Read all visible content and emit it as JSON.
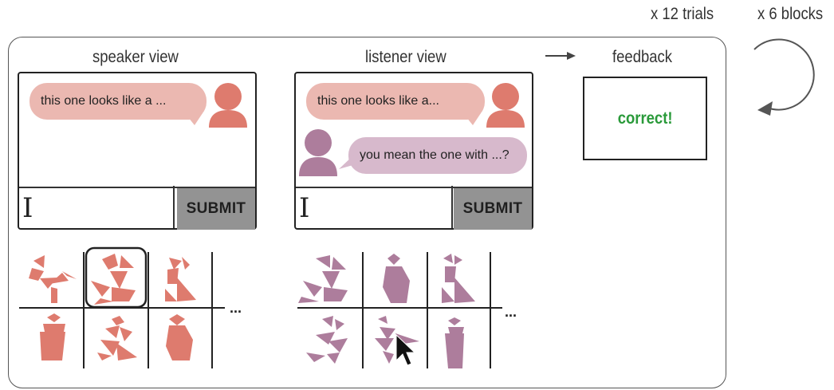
{
  "loop_labels": {
    "trials": "x 12 trials",
    "blocks": "x 6 blocks"
  },
  "speaker": {
    "title": "speaker view",
    "message": "this one looks like a ...",
    "submit_label": "SUBMIT"
  },
  "listener": {
    "title": "listener view",
    "message_from_speaker": "this one looks like a...",
    "message_from_listener": "you mean the one with ...?",
    "submit_label": "SUBMIT"
  },
  "feedback": {
    "title": "feedback",
    "message": "correct!"
  },
  "ellipsis": "...",
  "colors": {
    "speaker_accent": "#de7b6e",
    "speaker_bubble": "#ebb8b1",
    "listener_accent": "#ad7d9c",
    "listener_bubble": "#d7b9cc",
    "correct_text": "#2a9a3a",
    "submit_bg": "#939393"
  }
}
